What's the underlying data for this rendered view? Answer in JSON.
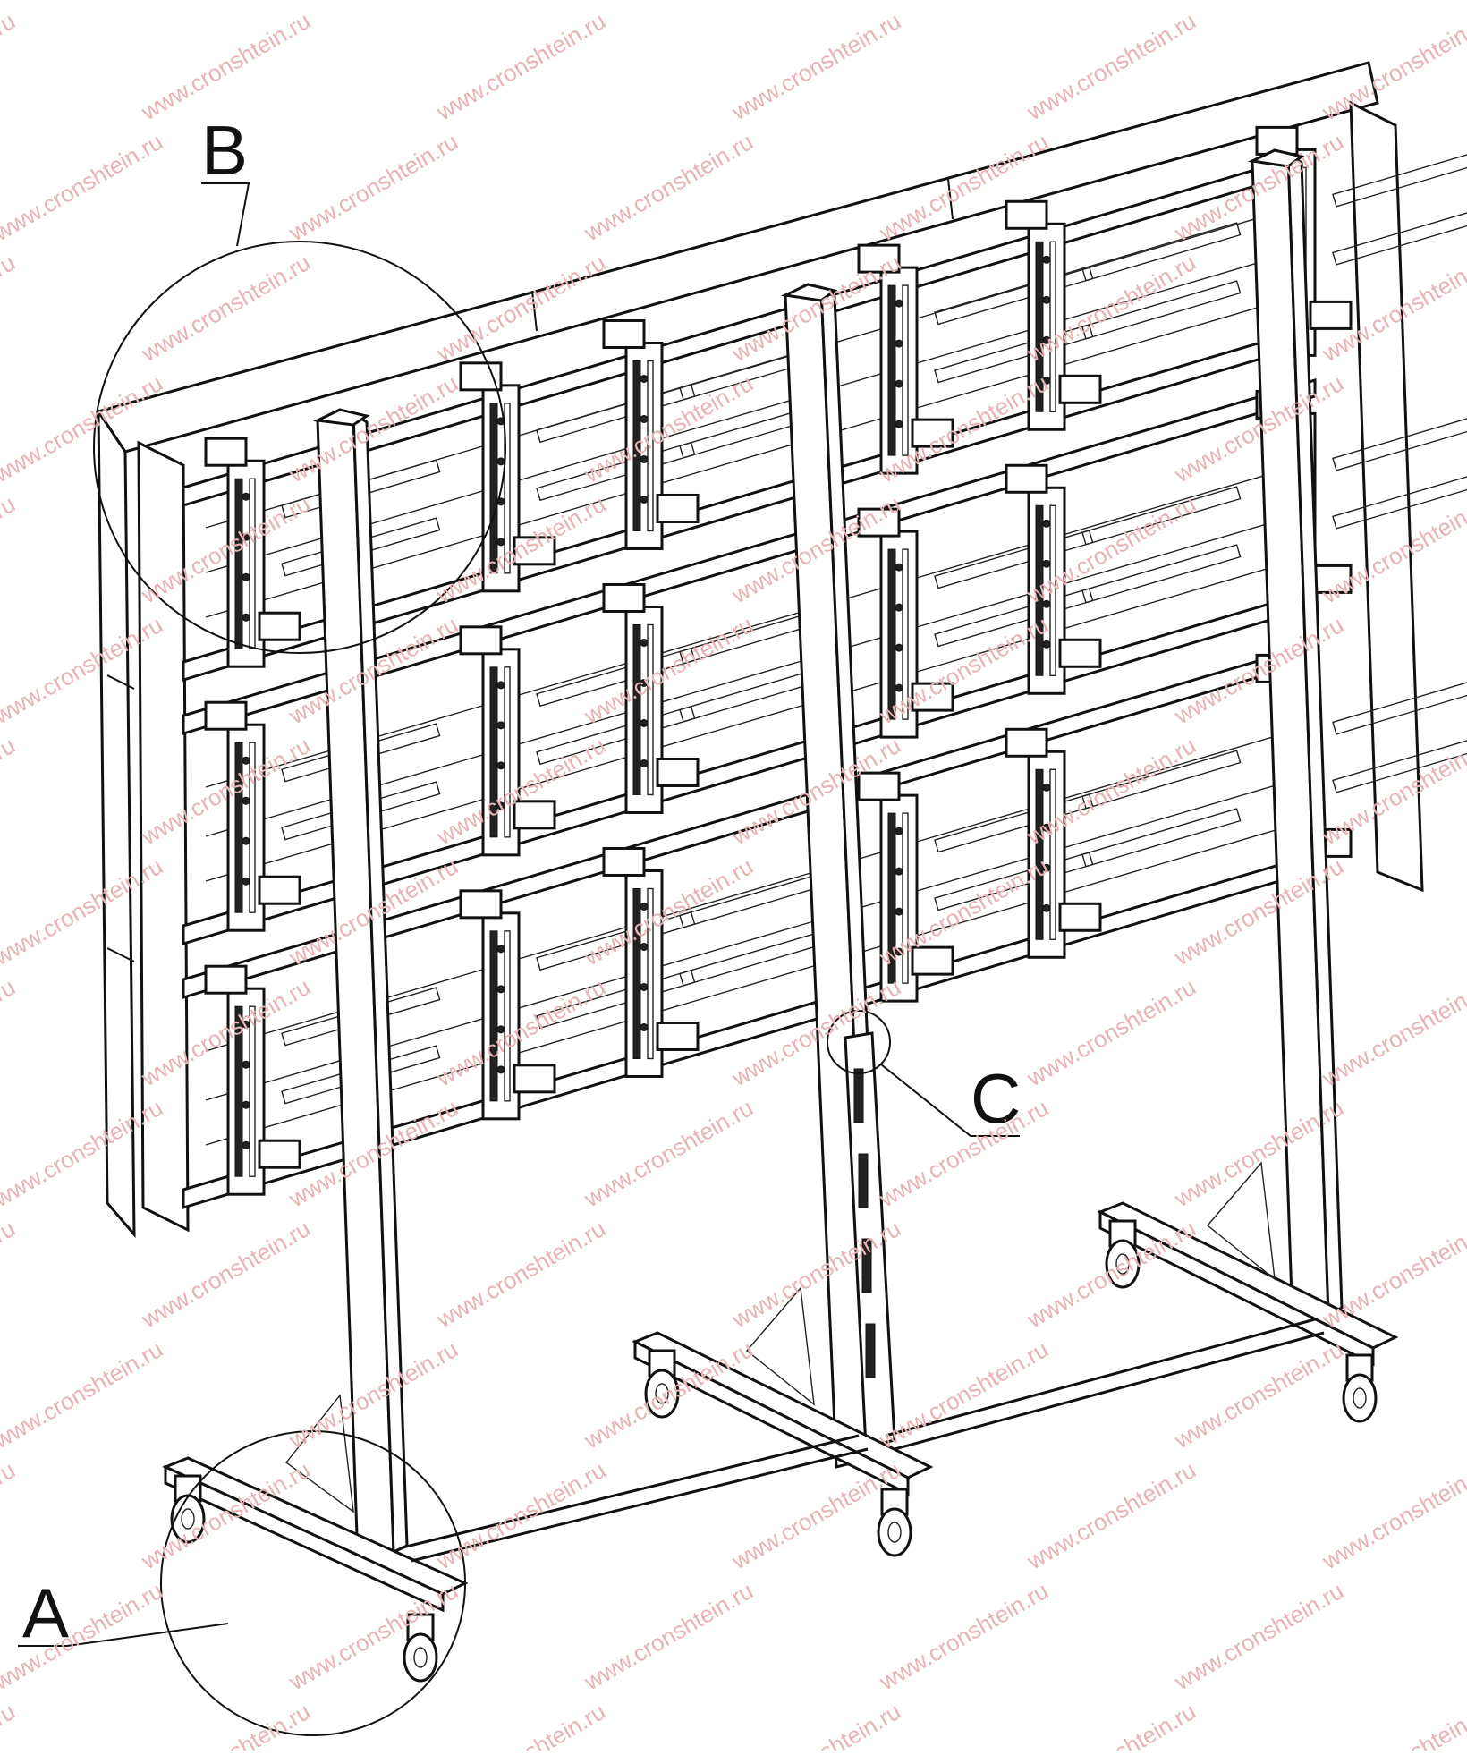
{
  "callouts": {
    "a": "A",
    "b": "B",
    "c": "C"
  },
  "watermark": "www.cronshtein.ru",
  "colors": {
    "line": "#111111",
    "watermark": "#e8b3b3",
    "background": "#ffffff"
  }
}
